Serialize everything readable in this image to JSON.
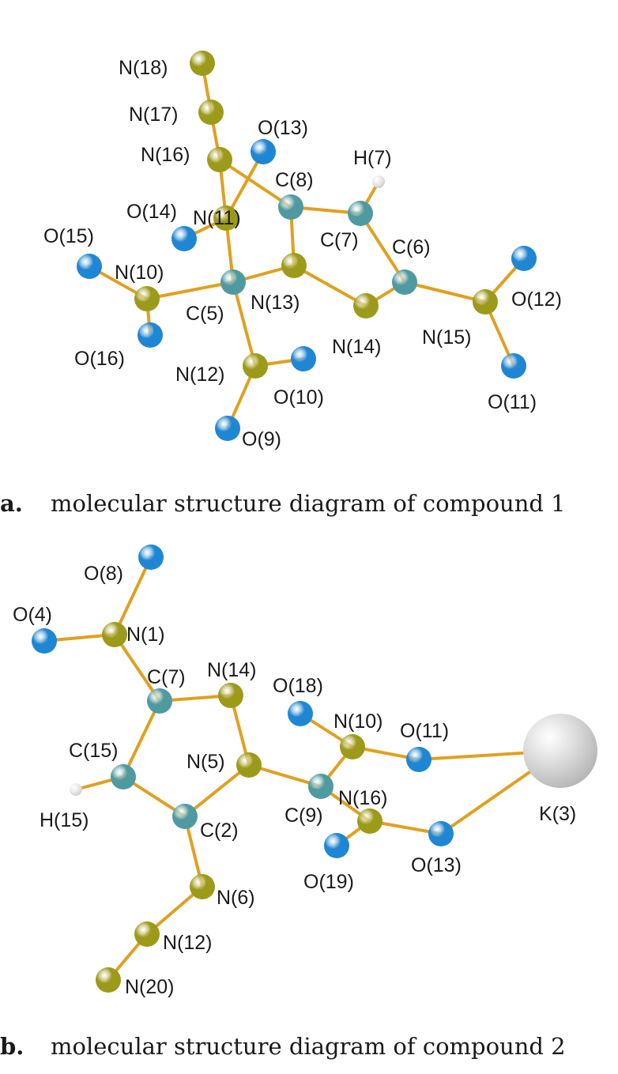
{
  "captions": {
    "a": {
      "letter": "a.",
      "text": "molecular structure diagram of compound 1"
    },
    "b": {
      "letter": "b.",
      "text": "molecular structure diagram of compound 2"
    }
  },
  "colors": {
    "N": "#9c9a1a",
    "C": "#4f9aa0",
    "O": "#1f86d4",
    "H": "#eeeeee",
    "K": "#e0e0e0",
    "bond": "#e0a020"
  },
  "molecules": [
    {
      "atoms": [
        {
          "id": "N18",
          "el": "N",
          "label": "N(18)"
        },
        {
          "id": "N17",
          "el": "N",
          "label": "N(17)"
        },
        {
          "id": "N16",
          "el": "N",
          "label": "N(16)"
        },
        {
          "id": "O13",
          "el": "O",
          "label": "O(13)"
        },
        {
          "id": "H7",
          "el": "H",
          "label": "H(7)"
        },
        {
          "id": "C8",
          "el": "C",
          "label": "C(8)"
        },
        {
          "id": "O14",
          "el": "O",
          "label": "O(14)"
        },
        {
          "id": "N11",
          "el": "N",
          "label": "N(11)"
        },
        {
          "id": "C7",
          "el": "C",
          "label": "C(7)"
        },
        {
          "id": "C6",
          "el": "C",
          "label": "C(6)"
        },
        {
          "id": "O15",
          "el": "O",
          "label": "O(15)"
        },
        {
          "id": "N10",
          "el": "N",
          "label": "N(10)"
        },
        {
          "id": "O12",
          "el": "O",
          "label": "O(12)"
        },
        {
          "id": "C5",
          "el": "C",
          "label": "C(5)"
        },
        {
          "id": "N13",
          "el": "N",
          "label": "N(13)"
        },
        {
          "id": "N15",
          "el": "N",
          "label": "N(15)"
        },
        {
          "id": "N14",
          "el": "N",
          "label": "N(14)"
        },
        {
          "id": "O16",
          "el": "O",
          "label": "O(16)"
        },
        {
          "id": "N12",
          "el": "N",
          "label": "N(12)"
        },
        {
          "id": "O10",
          "el": "O",
          "label": "O(10)"
        },
        {
          "id": "O11",
          "el": "O",
          "label": "O(11)"
        },
        {
          "id": "O9",
          "el": "O",
          "label": "O(9)"
        }
      ],
      "bonds": [
        [
          "N18",
          "N17"
        ],
        [
          "N17",
          "N16"
        ],
        [
          "N16",
          "N11"
        ],
        [
          "N16",
          "C8"
        ],
        [
          "N11",
          "O13"
        ],
        [
          "N11",
          "O14"
        ],
        [
          "N11",
          "C5"
        ],
        [
          "C5",
          "N10"
        ],
        [
          "N10",
          "O15"
        ],
        [
          "N10",
          "O16"
        ],
        [
          "C5",
          "N13"
        ],
        [
          "C5",
          "N12"
        ],
        [
          "N12",
          "O10"
        ],
        [
          "N12",
          "O9"
        ],
        [
          "N13",
          "C8"
        ],
        [
          "C8",
          "C7"
        ],
        [
          "C7",
          "H7"
        ],
        [
          "C7",
          "C6"
        ],
        [
          "C6",
          "N14"
        ],
        [
          "N14",
          "N13"
        ],
        [
          "C6",
          "N15"
        ],
        [
          "N15",
          "O12"
        ],
        [
          "N15",
          "O11"
        ]
      ]
    },
    {
      "atoms": [
        {
          "id": "O8",
          "el": "O",
          "label": "O(8)"
        },
        {
          "id": "O4",
          "el": "O",
          "label": "O(4)"
        },
        {
          "id": "N1",
          "el": "N",
          "label": "N(1)"
        },
        {
          "id": "C7",
          "el": "C",
          "label": "C(7)"
        },
        {
          "id": "N14",
          "el": "N",
          "label": "N(14)"
        },
        {
          "id": "O18",
          "el": "O",
          "label": "O(18)"
        },
        {
          "id": "N10",
          "el": "N",
          "label": "N(10)"
        },
        {
          "id": "O11",
          "el": "O",
          "label": "O(11)"
        },
        {
          "id": "C15",
          "el": "C",
          "label": "C(15)"
        },
        {
          "id": "N5",
          "el": "N",
          "label": "N(5)"
        },
        {
          "id": "K3",
          "el": "K",
          "label": "K(3)"
        },
        {
          "id": "H15",
          "el": "H",
          "label": "H(15)"
        },
        {
          "id": "C9",
          "el": "C",
          "label": "C(9)"
        },
        {
          "id": "N16",
          "el": "N",
          "label": "N(16)"
        },
        {
          "id": "C2",
          "el": "C",
          "label": "C(2)"
        },
        {
          "id": "O19",
          "el": "O",
          "label": "O(19)"
        },
        {
          "id": "O13",
          "el": "O",
          "label": "O(13)"
        },
        {
          "id": "N6",
          "el": "N",
          "label": "N(6)"
        },
        {
          "id": "N12",
          "el": "N",
          "label": "N(12)"
        },
        {
          "id": "N20",
          "el": "N",
          "label": "N(20)"
        }
      ],
      "bonds": [
        [
          "N1",
          "O8"
        ],
        [
          "N1",
          "O4"
        ],
        [
          "N1",
          "C7"
        ],
        [
          "C7",
          "N14"
        ],
        [
          "C7",
          "C15"
        ],
        [
          "C15",
          "H15"
        ],
        [
          "C15",
          "C2"
        ],
        [
          "C2",
          "N5"
        ],
        [
          "N5",
          "N14"
        ],
        [
          "N5",
          "C9"
        ],
        [
          "C9",
          "N10"
        ],
        [
          "N10",
          "O18"
        ],
        [
          "N10",
          "O11"
        ],
        [
          "O11",
          "K3"
        ],
        [
          "C9",
          "N16"
        ],
        [
          "N16",
          "O19"
        ],
        [
          "N16",
          "O13"
        ],
        [
          "O13",
          "K3"
        ],
        [
          "C2",
          "N6"
        ],
        [
          "N6",
          "N12"
        ],
        [
          "N12",
          "N20"
        ]
      ]
    }
  ]
}
